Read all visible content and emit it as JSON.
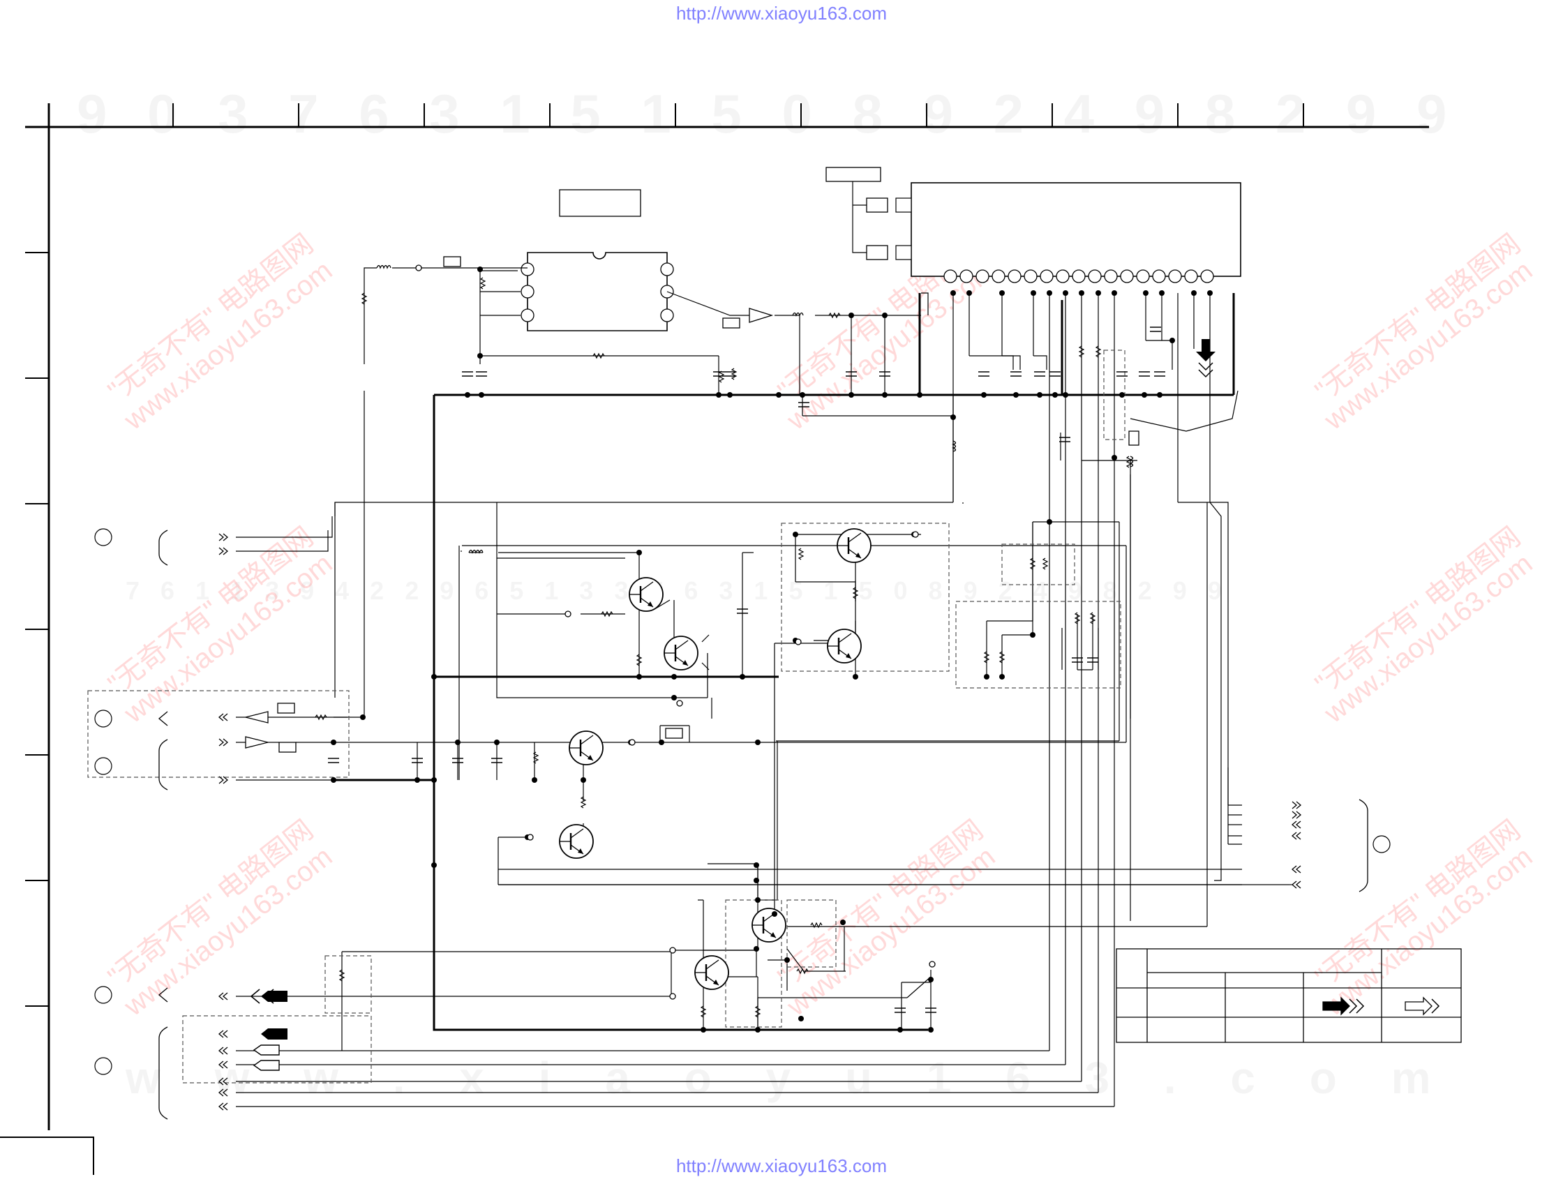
{
  "header": {
    "url": "http://www.xiaoyu163.com"
  },
  "footer": {
    "url": "http://www.xiaoyu163.com"
  },
  "watermarks": {
    "digit_rows": [
      "9 0 3 7 6 3 1 5 1 5 0 8 9 2 4 9 8 2 9 9",
      "7 6 1 1 3 9 4 2 2 9 6 5 1 3 3 7 6 3 1 5 1 5 0 8 9 2 4 9 8 2 9 9",
      "w w w . x i a o y u 1 6 3 . c o m"
    ],
    "brand": "\"无奇不有\" 电路图网",
    "site": "www.xiaoyu163.com"
  },
  "colors": {
    "line": "#000000",
    "url": "#8080ff",
    "watermark": "#ff7878"
  }
}
